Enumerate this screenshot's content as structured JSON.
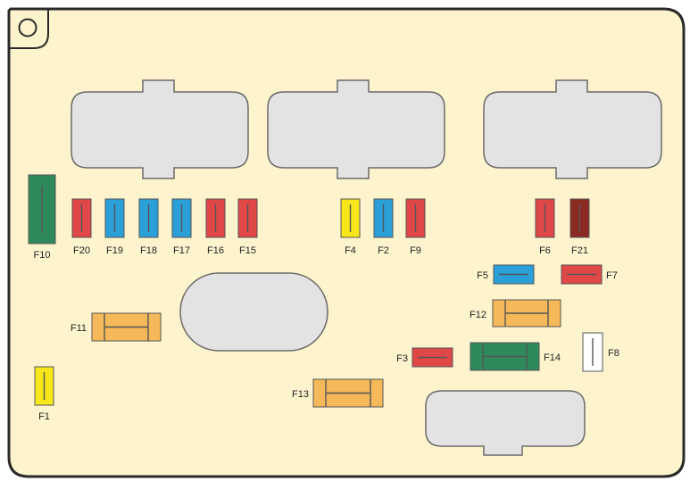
{
  "colors": {
    "board_fill": "#fdf4cd",
    "board_stroke": "#2a2a2a",
    "connector_fill": "#e3e3e3",
    "connector_stroke": "#6a6a6a",
    "fuse_stroke": "#555555"
  },
  "fuse_colors": {
    "red": "#e04848",
    "blue": "#2a9fd8",
    "yellow": "#f7e61a",
    "green": "#2e8a5a",
    "orange": "#f5b95a",
    "darkred": "#8b2a22",
    "white": "#ffffff"
  },
  "fuses": [
    {
      "id": "F10",
      "label": "F10",
      "color": "green"
    },
    {
      "id": "F20",
      "label": "F20",
      "color": "red"
    },
    {
      "id": "F19",
      "label": "F19",
      "color": "blue"
    },
    {
      "id": "F18",
      "label": "F18",
      "color": "blue"
    },
    {
      "id": "F17",
      "label": "F17",
      "color": "blue"
    },
    {
      "id": "F16",
      "label": "F16",
      "color": "red"
    },
    {
      "id": "F15",
      "label": "F15",
      "color": "red"
    },
    {
      "id": "F4",
      "label": "F4",
      "color": "yellow"
    },
    {
      "id": "F2",
      "label": "F2",
      "color": "blue"
    },
    {
      "id": "F9",
      "label": "F9",
      "color": "red"
    },
    {
      "id": "F6",
      "label": "F6",
      "color": "red"
    },
    {
      "id": "F21",
      "label": "F21",
      "color": "darkred"
    },
    {
      "id": "F5",
      "label": "F5",
      "color": "blue"
    },
    {
      "id": "F7",
      "label": "F7",
      "color": "red"
    },
    {
      "id": "F12",
      "label": "F12",
      "color": "orange"
    },
    {
      "id": "F11",
      "label": "F11",
      "color": "orange"
    },
    {
      "id": "F3",
      "label": "F3",
      "color": "red"
    },
    {
      "id": "F14",
      "label": "F14",
      "color": "green"
    },
    {
      "id": "F8",
      "label": "F8",
      "color": "white"
    },
    {
      "id": "F1",
      "label": "F1",
      "color": "yellow"
    },
    {
      "id": "F13",
      "label": "F13",
      "color": "orange"
    }
  ]
}
